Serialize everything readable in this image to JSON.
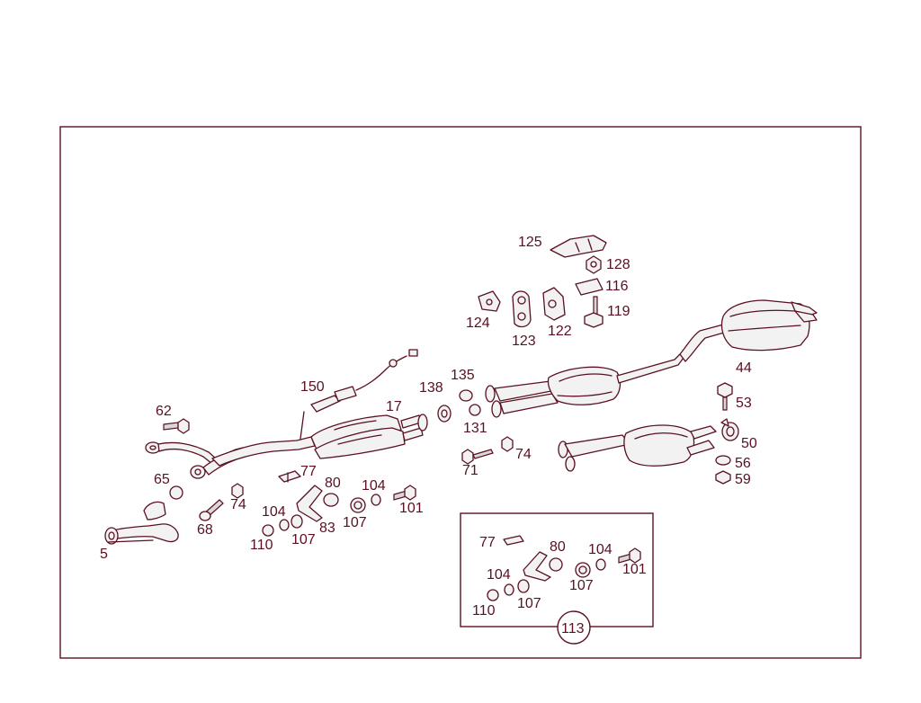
{
  "labels": {
    "l5": "5",
    "l17": "17",
    "l44": "44",
    "l50": "50",
    "l53": "53",
    "l56": "56",
    "l59": "59",
    "l62": "62",
    "l65": "65",
    "l68": "68",
    "l71": "71",
    "l74a": "74",
    "l74b": "74",
    "l77a": "77",
    "l80a": "80",
    "l83": "83",
    "l101a": "101",
    "l104a": "104",
    "l104b": "104",
    "l107a": "107",
    "l107b": "107",
    "l110a": "110",
    "l116": "116",
    "l119": "119",
    "l122": "122",
    "l123": "123",
    "l124": "124",
    "l125": "125",
    "l128": "128",
    "l131": "131",
    "l135": "135",
    "l138": "138",
    "l150": "150",
    "d77": "77",
    "d80": "80",
    "d101": "101",
    "d104a": "104",
    "d104b": "104",
    "d107": "107",
    "d110": "110",
    "d113": "113"
  },
  "colors": {
    "line": "#5a1020",
    "background": "#ffffff"
  }
}
